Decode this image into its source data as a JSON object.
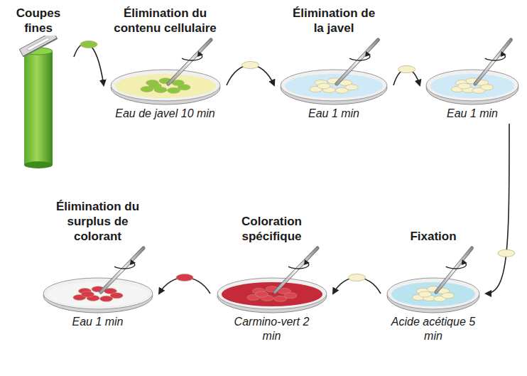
{
  "diagram": {
    "nodes": [
      {
        "text": [
          "Coupes fines"
        ]
      },
      {
        "text": [
          "Élimination du contenu cellulaire",
          "Eau de javel 10 min"
        ]
      },
      {
        "text": [
          "Élimination de la javel",
          "Eau 1 min"
        ]
      },
      {
        "text": [
          "Eau 1 min"
        ]
      },
      {
        "text": [
          "Fixation",
          "Acide acétique 5 min"
        ]
      },
      {
        "text": [
          "Coloration spécifique",
          "Carmino-vert 2 min"
        ]
      },
      {
        "text": [
          "Élimination du surplus de colorant",
          "Eau 1 min"
        ]
      }
    ],
    "edges": [
      {
        "from": 0,
        "to": 1,
        "arrow": "to"
      },
      {
        "from": 1,
        "to": 2,
        "arrow": "to"
      },
      {
        "from": 2,
        "to": 3,
        "arrow": "to"
      },
      {
        "from": 3,
        "to": 4,
        "arrow": "to"
      },
      {
        "from": 4,
        "to": 5,
        "arrow": "to"
      },
      {
        "from": 5,
        "to": 6,
        "arrow": "to"
      }
    ]
  }
}
